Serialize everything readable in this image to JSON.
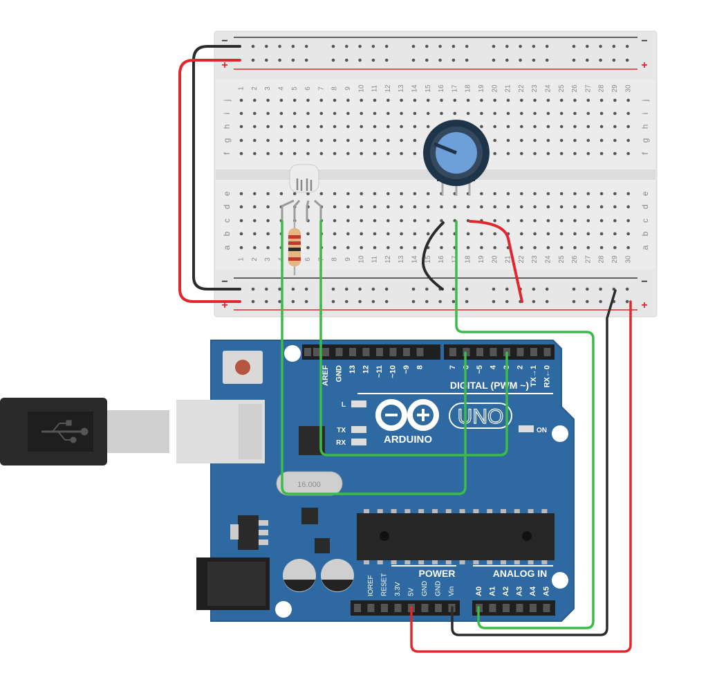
{
  "breadboard": {
    "rail_minus": "−",
    "rail_plus": "+",
    "columns": [
      "1",
      "2",
      "3",
      "4",
      "5",
      "6",
      "7",
      "8",
      "9",
      "10",
      "11",
      "12",
      "13",
      "14",
      "15",
      "16",
      "17",
      "18",
      "19",
      "20",
      "21",
      "22",
      "23",
      "24",
      "25",
      "26",
      "27",
      "28",
      "29",
      "30"
    ],
    "rows_top": [
      "j",
      "i",
      "h",
      "g",
      "f"
    ],
    "rows_bottom": [
      "e",
      "d",
      "c",
      "b",
      "a"
    ]
  },
  "arduino": {
    "logo_text": "ARDUINO",
    "model": "UNO",
    "digital_label": "DIGITAL (PWM ~)",
    "digital_pins": [
      "AREF",
      "GND",
      "13",
      "12",
      "~11",
      "~10",
      "~9",
      "8",
      "7",
      "~6",
      "~5",
      "4",
      "~3",
      "2",
      "TX→1",
      "RX←0"
    ],
    "led_l": "L",
    "led_tx": "TX",
    "led_rx": "RX",
    "led_on": "ON",
    "crystal": "16.000",
    "power_label": "POWER",
    "analog_label": "ANALOG IN",
    "power_pins": [
      "IOREF",
      "RESET",
      "3.3V",
      "5V",
      "GND",
      "GND",
      "Vin"
    ],
    "analog_pins": [
      "A0",
      "A1",
      "A2",
      "A3",
      "A4",
      "A5"
    ]
  },
  "colors": {
    "board_blue": "#2e6aa1",
    "wire_red": "#e2262e",
    "wire_black": "#2b2b2b",
    "wire_green": "#3dbb4a",
    "breadboard": "#e6e6e6",
    "pot_blue": "#6d9fd8"
  }
}
